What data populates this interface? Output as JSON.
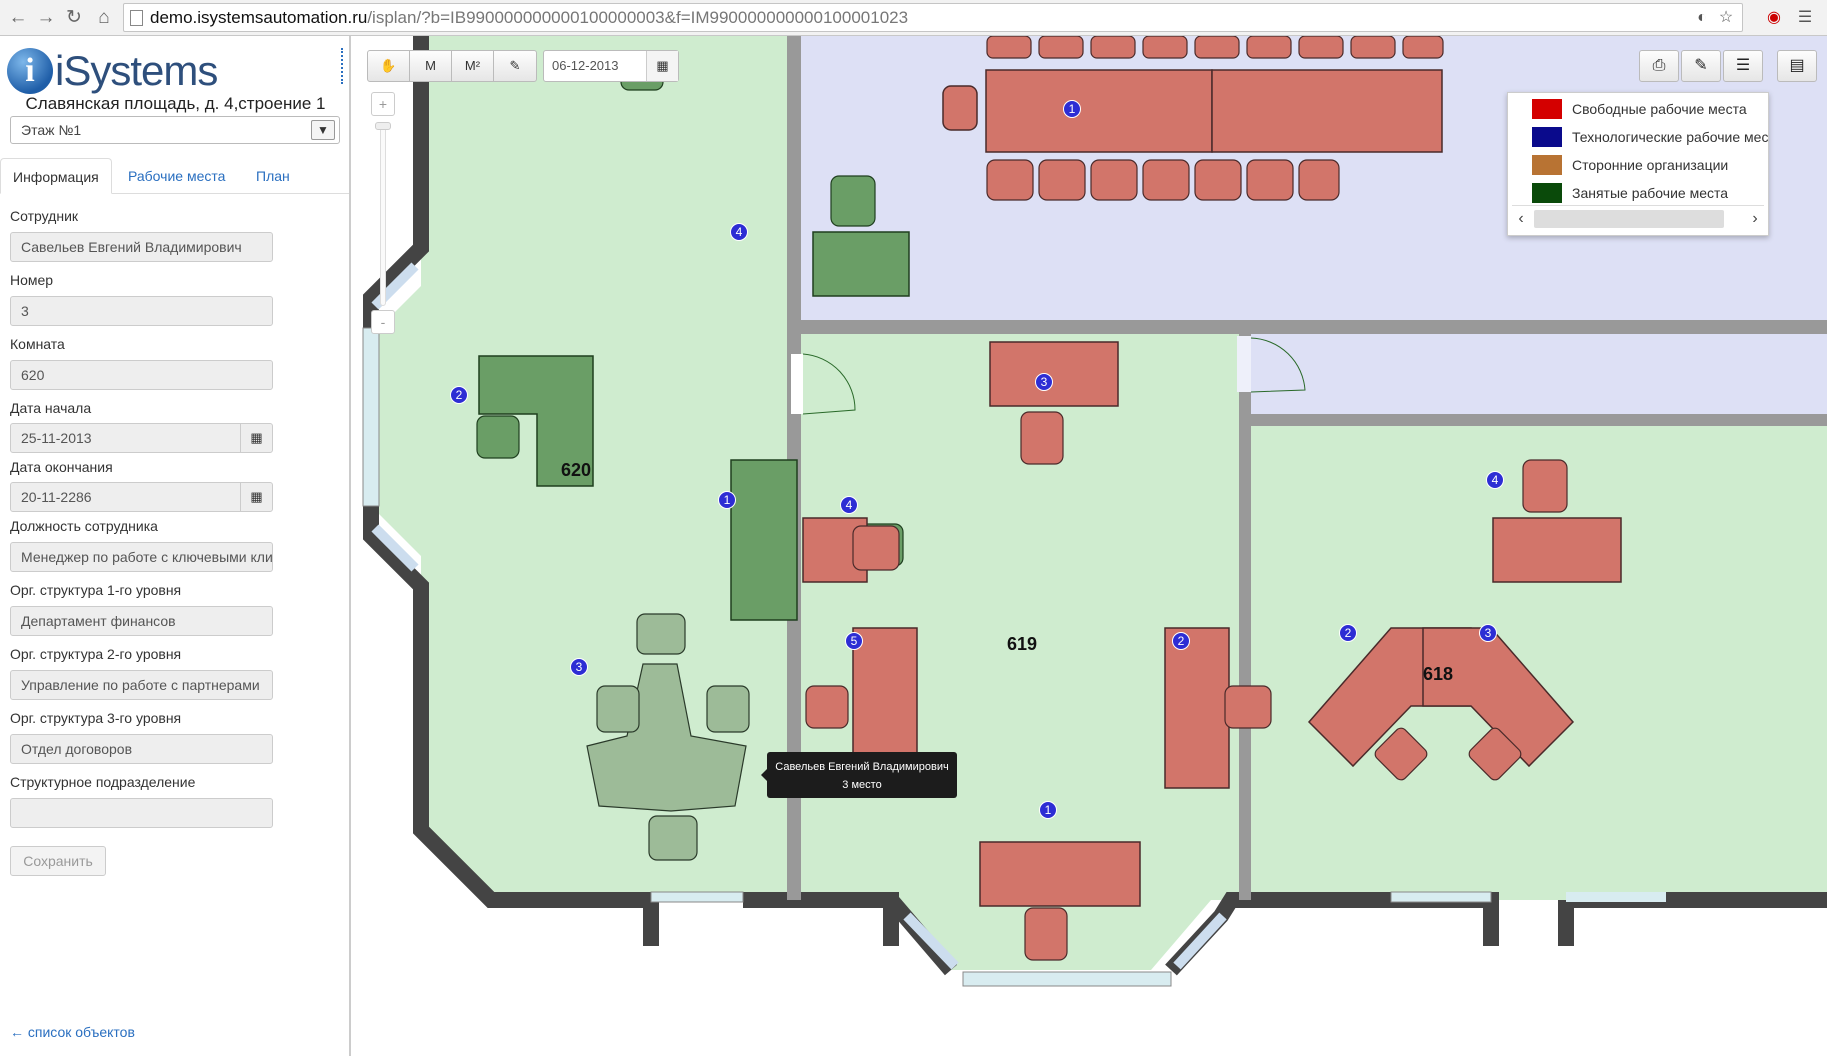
{
  "browser": {
    "url_host": "demo.isystemsautomation.ru",
    "url_path": "/isplan/?b=IB990000000000100000003&f=IM990000000000100001023"
  },
  "app": {
    "logo_text": "iSystems",
    "address": "Славянская площадь, д. 4,строение 1",
    "floor": "Этаж №1"
  },
  "tabs": [
    {
      "label": "Информация",
      "active": true
    },
    {
      "label": "Рабочие места",
      "active": false
    },
    {
      "label": "План",
      "active": false
    }
  ],
  "form": {
    "employee_label": "Сотрудник",
    "employee_value": "Савельев Евгений Владимирович",
    "number_label": "Номер",
    "number_value": "3",
    "room_label": "Комната",
    "room_value": "620",
    "start_label": "Дата начала",
    "start_value": "25-11-2013",
    "end_label": "Дата окончания",
    "end_value": "20-11-2286",
    "position_label": "Должность сотрудника",
    "position_value": "Менеджер по работе с ключевыми кли",
    "org1_label": "Орг. структура 1-го уровня",
    "org1_value": "Департамент финансов",
    "org2_label": "Орг. структура 2-го уровня",
    "org2_value": "Управление по работе с партнерами",
    "org3_label": "Орг. структура 3-го уровня",
    "org3_value": "Отдел договоров",
    "division_label": "Структурное подразделение",
    "division_value": "",
    "save_label": "Сохранить"
  },
  "back_link": "← список объектов",
  "toolbar": {
    "m_label": "M",
    "m2_label": "M²",
    "date": "06-12-2013",
    "zoom_in": "+",
    "zoom_out": "-"
  },
  "legend": [
    {
      "color": "#d40000",
      "label": "Свободные рабочие места"
    },
    {
      "color": "#0a0a8c",
      "label": "Технологические рабочие места"
    },
    {
      "color": "#b87333",
      "label": "Сторонние организации"
    },
    {
      "color": "#0a4a0a",
      "label": "Занятые рабочие места"
    }
  ],
  "rooms": [
    "620",
    "619",
    "618"
  ],
  "tooltip": {
    "name": "Савельев Евгений Владимирович",
    "place": "3 место"
  },
  "seat_numbers": {
    "room620": [
      "4",
      "2",
      "1",
      "3"
    ],
    "room619": [
      "3",
      "4",
      "5",
      "2",
      "1"
    ],
    "room618": [
      "4",
      "2",
      "3"
    ],
    "top_room": [
      "1"
    ]
  },
  "colors": {
    "occupied_desk": "#6a9e66",
    "free_desk": "#d2756a",
    "room_green": "#cfeccf",
    "room_blue": "#dde0f5",
    "wall": "#444444"
  }
}
